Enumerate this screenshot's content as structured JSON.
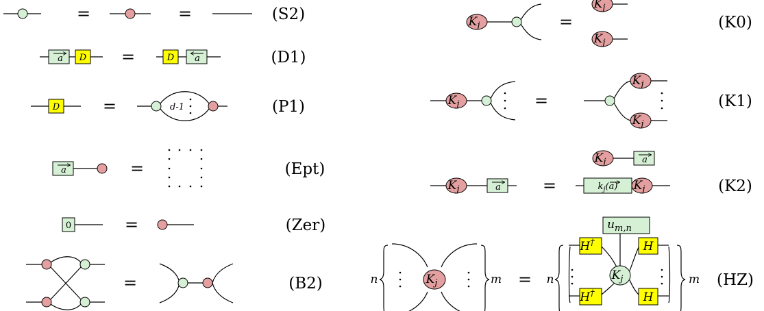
{
  "equations": {
    "s2": {
      "tag": "(S2)"
    },
    "d1": {
      "tag": "(D1)",
      "D": "D",
      "a": "a"
    },
    "p1": {
      "tag": "(P1)",
      "D": "D",
      "loop": "d-1"
    },
    "ept": {
      "tag": "(Ept)",
      "a": "a"
    },
    "zer": {
      "tag": "(Zer)",
      "zero": "0"
    },
    "b2": {
      "tag": "(B2)"
    },
    "k0": {
      "tag": "(K0)",
      "K": "K",
      "sub": "j"
    },
    "k1": {
      "tag": "(K1)",
      "K": "K",
      "sub": "j"
    },
    "k2": {
      "tag": "(K2)",
      "K": "K",
      "sub": "j",
      "k": "k",
      "a": "a"
    },
    "hz": {
      "tag": "(HZ)",
      "K": "K",
      "sub": "j",
      "n": "n",
      "m": "m",
      "u": "u",
      "usub": "m,n",
      "H": "H",
      "Hdag": "H",
      "dag": "†"
    }
  },
  "symbols": {
    "equals": "="
  },
  "colors": {
    "green": "#d5f0d5",
    "red": "#e4a0a0",
    "yellow": "#ffff00"
  },
  "icons": {
    "green-spider": "circle",
    "red-spider": "circle",
    "dimension-box": "square",
    "shift-box": "square",
    "weight-node": "ellipse"
  }
}
